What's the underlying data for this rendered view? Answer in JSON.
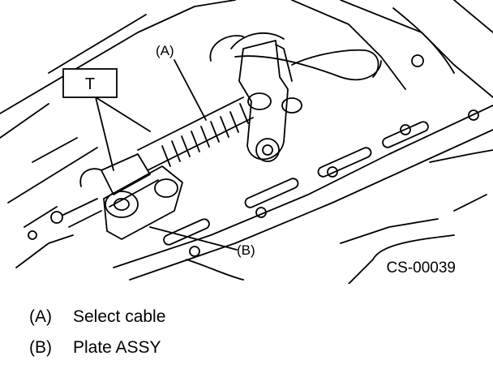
{
  "figure": {
    "callouts": {
      "a": "(A)",
      "b": "(B)",
      "t": "T"
    },
    "figure_id": "CS-00039"
  },
  "legend": [
    {
      "code": "(A)",
      "text": "Select cable"
    },
    {
      "code": "(B)",
      "text": "Plate ASSY"
    }
  ]
}
